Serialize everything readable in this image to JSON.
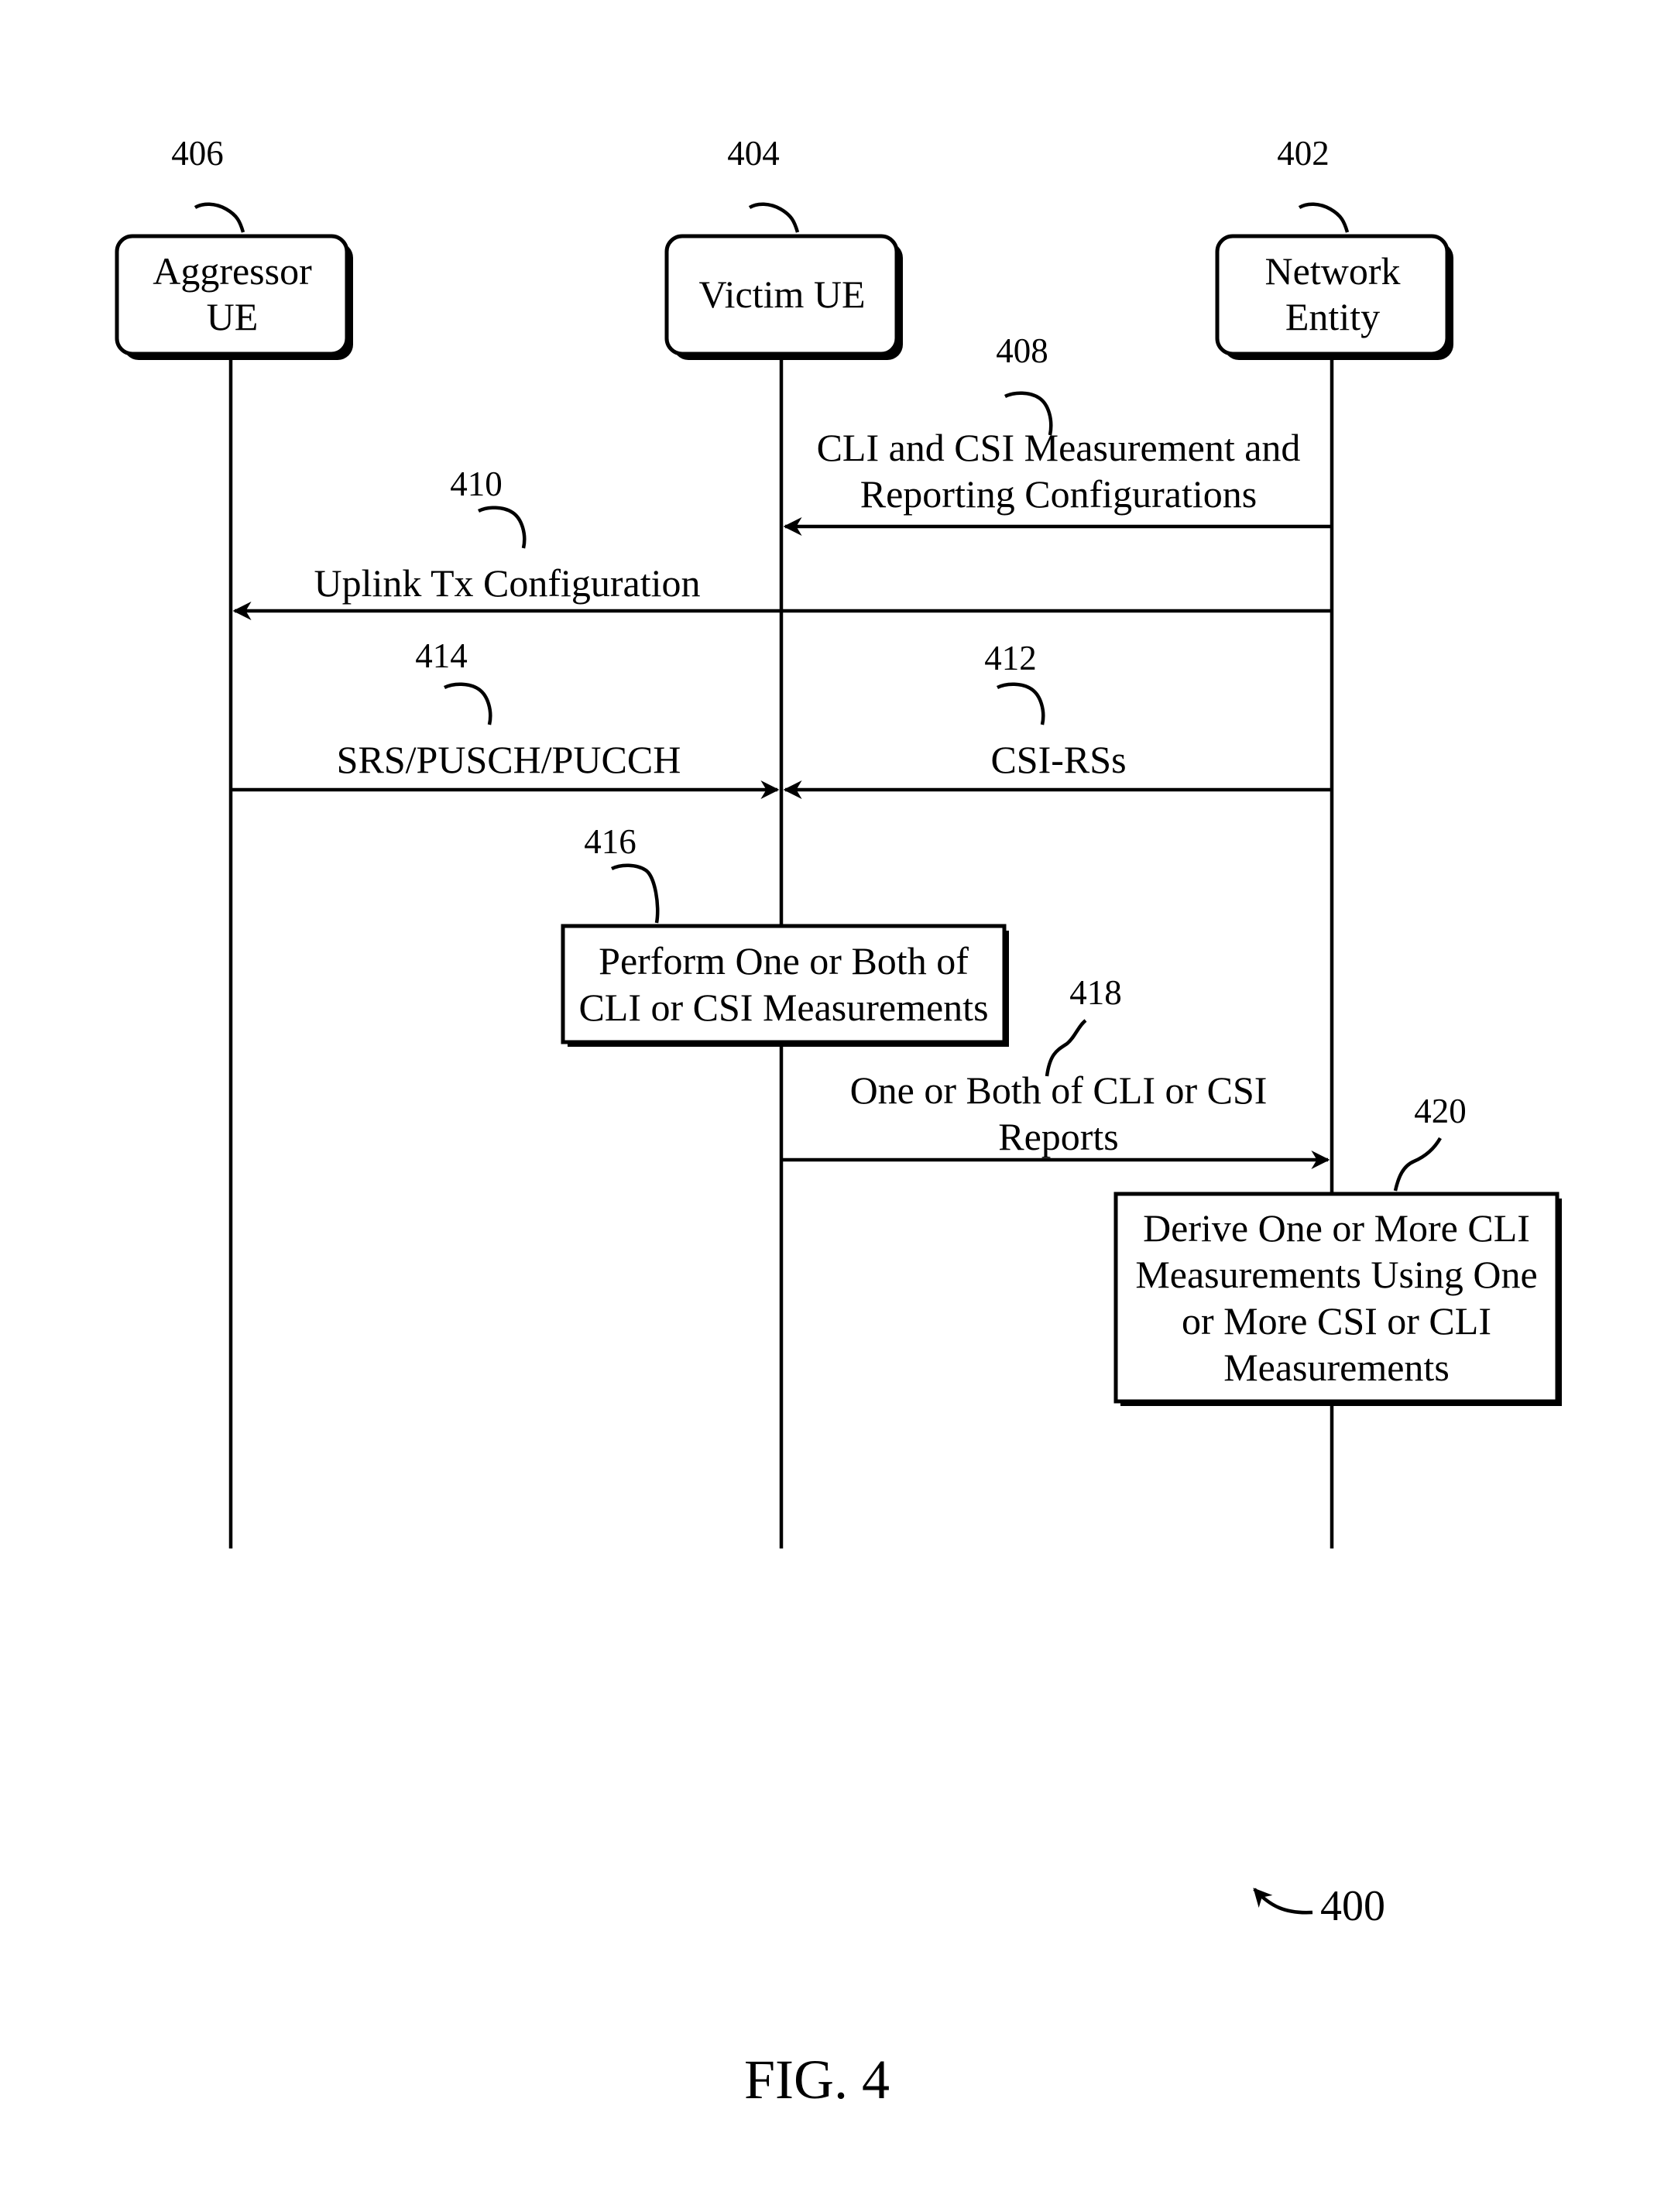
{
  "figure_label": "FIG. 4",
  "diagram_ref": "400",
  "participants": [
    {
      "ref": "406",
      "line1": "Aggressor",
      "line2": "UE"
    },
    {
      "ref": "404",
      "line1": "Victim UE",
      "line2": ""
    },
    {
      "ref": "402",
      "line1": "Network",
      "line2": "Entity"
    }
  ],
  "messages": [
    {
      "ref": "408",
      "line1": "CLI and CSI Measurement and",
      "line2": "Reporting Configurations"
    },
    {
      "ref": "410",
      "line1": "Uplink Tx Configuration",
      "line2": ""
    },
    {
      "ref": "412",
      "line1": "CSI-RSs",
      "line2": ""
    },
    {
      "ref": "414",
      "line1": "SRS/PUSCH/PUCCH",
      "line2": ""
    },
    {
      "ref": "418",
      "line1": "One or Both of CLI or CSI",
      "line2": "Reports"
    }
  ],
  "actions": [
    {
      "ref": "416",
      "lines": [
        "Perform One or Both of",
        "CLI or CSI Measurements"
      ]
    },
    {
      "ref": "420",
      "lines": [
        "Derive One or More CLI",
        "Measurements Using One",
        "or More CSI or CLI",
        "Measurements"
      ]
    }
  ]
}
